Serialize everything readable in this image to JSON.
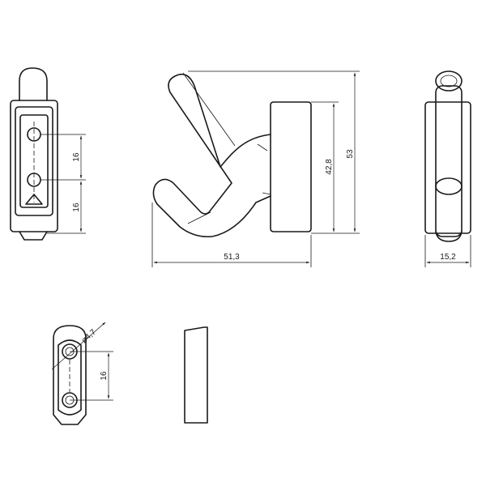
{
  "dimensions": {
    "left_view_spacing_top": "16",
    "left_view_spacing_bottom": "16",
    "side_view_height_inner": "42,8",
    "side_view_height_total": "53",
    "side_view_width": "51,3",
    "right_view_width": "15,2",
    "bottom_view_hole_diameter": "ø4,7",
    "bottom_view_spacing": "16"
  }
}
